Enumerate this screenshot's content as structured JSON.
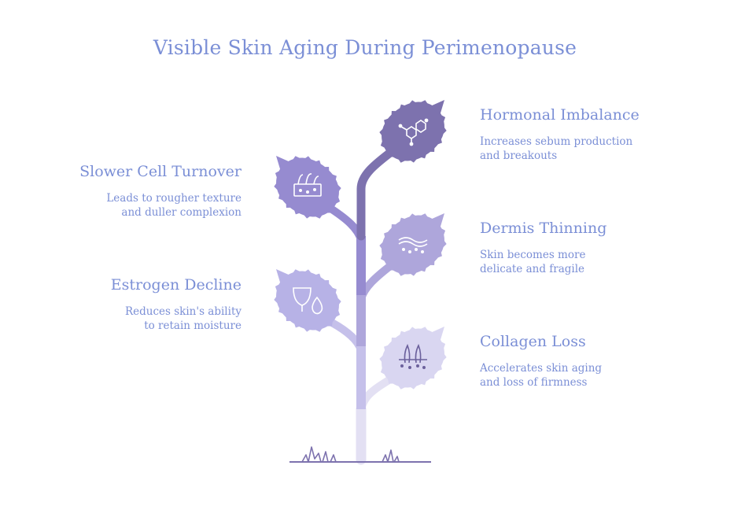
{
  "title": "Visible Skin Aging During Perimenopause",
  "items": [
    {
      "title": "Hormonal Imbalance",
      "desc": "Increases sebum production\nand breakouts",
      "icon": "molecule-icon",
      "color": "#7d72ae"
    },
    {
      "title": "Slower Cell Turnover",
      "desc": "Leads to rougher texture\nand duller complexion",
      "icon": "skin-layer-icon",
      "color": "#968bd0"
    },
    {
      "title": "Dermis Thinning",
      "desc": "Skin becomes more\ndelicate and fragile",
      "icon": "skin-wave-icon",
      "color": "#aea6db"
    },
    {
      "title": "Estrogen Decline",
      "desc": "Reduces skin's ability\nto retain moisture",
      "icon": "cup-drop-icon",
      "color": "#b7b2e6"
    },
    {
      "title": "Collagen Loss",
      "desc": "Accelerates skin aging\nand loss of firmness",
      "icon": "hair-follicle-icon",
      "color": "#d9d6f1"
    }
  ],
  "colors": {
    "title": "#7b8fd6",
    "ground": "#7d72ae"
  }
}
